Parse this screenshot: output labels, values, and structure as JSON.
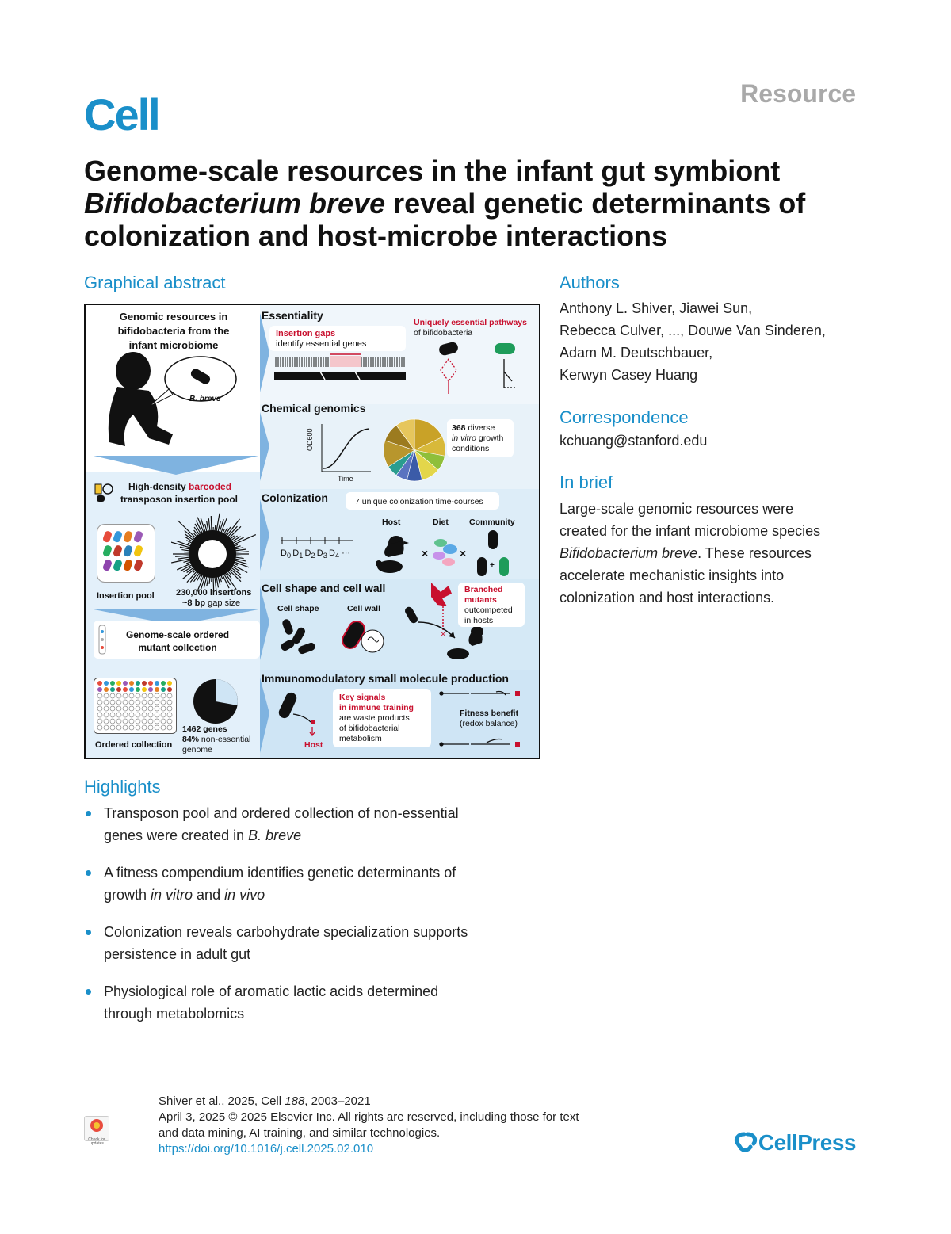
{
  "header": {
    "journal": "Cell",
    "article_type": "Resource"
  },
  "title_parts": [
    "Genome-scale resources in the infant gut symbiont ",
    "Bifidobacterium breve",
    " reveal genetic determinants of colonization and host-microbe interactions"
  ],
  "graphical_abstract": {
    "heading": "Graphical abstract",
    "left": {
      "resources_title": "Genomic resources in bifidobacteria from the infant microbiome",
      "b_breve": "B. breve",
      "pool_title_1": "High-density ",
      "pool_title_barcoded": "barcoded",
      "pool_title_2": "transposon insertion pool",
      "insertion_pool": "Insertion pool",
      "insertions": "230,000 insertions",
      "gap_bold": "~8 bp",
      "gap_rest": " gap size",
      "ordered_title": "Genome-scale ordered mutant collection",
      "ordered_collection": "Ordered collection",
      "genes": "1462 genes",
      "nonessential_bold": "84%",
      "nonessential_rest": " non-essential",
      "genome": "genome"
    },
    "essentiality": {
      "title": "Essentiality",
      "insertion_gaps": "Insertion gaps",
      "identify": "identify essential genes",
      "uniquely": "Uniquely essential pathways",
      "of_bifido": "of bifidobacteria"
    },
    "chemical": {
      "title": "Chemical genomics",
      "y_axis": "OD600",
      "x_axis": "Time",
      "count": "368",
      "diverse": " diverse",
      "in_vitro": "in vitro",
      "growth": " growth",
      "conditions": "conditions"
    },
    "colonization": {
      "title": "Colonization",
      "timecourses": "7 unique colonization time-courses",
      "host": "Host",
      "diet": "Diet",
      "community": "Community",
      "timeline": "D",
      "timeline_subs": [
        "0",
        "1",
        "2",
        "3",
        "4"
      ],
      "ellipsis": "···",
      "times": "×",
      "plus": "+"
    },
    "shape": {
      "title": "Cell shape and cell wall",
      "cell_shape": "Cell shape",
      "cell_wall": "Cell wall",
      "branched": "Branched",
      "mutants": "mutants",
      "outcompeted": "outcompeted",
      "in_hosts": "in hosts"
    },
    "immuno": {
      "title": "Immunomodulatory small molecule production",
      "host": "Host",
      "key_signals": "Key signals",
      "immune_training": "in immune training",
      "waste_1": "are waste products",
      "waste_2": "of bifidobacterial",
      "waste_3": "metabolism",
      "fitness": "Fitness benefit",
      "redox": "(redox balance)"
    }
  },
  "authors": {
    "heading": "Authors",
    "lines": [
      "Anthony L. Shiver, Jiawei Sun,",
      "Rebecca Culver, ..., Douwe Van Sinderen,",
      "Adam M. Deutschbauer,",
      "Kerwyn Casey Huang"
    ]
  },
  "correspondence": {
    "heading": "Correspondence",
    "email": "kchuang@stanford.edu"
  },
  "in_brief": {
    "heading": "In brief",
    "line1": "Large-scale genomic resources were",
    "line2": "created for the infant microbiome species",
    "species": "Bifidobacterium breve",
    "line3_rest": ". These resources",
    "line4": "accelerate mechanistic insights into",
    "line5": "colonization and host interactions."
  },
  "highlights": {
    "heading": "Highlights",
    "h1_a": "Transposon pool and ordered collection of non-essential",
    "h1_b": "genes were created in ",
    "h1_b_italic": "B. breve",
    "h2_a": "A fitness compendium identifies genetic determinants of",
    "h2_b": "growth ",
    "h2_b_i1": "in vitro",
    "h2_b_and": " and ",
    "h2_b_i2": "in vivo",
    "h3_a": "Colonization reveals carbohydrate specialization supports",
    "h3_b": "persistence in adult gut",
    "h4_a": "Physiological role of aromatic lactic acids determined",
    "h4_b": "through metabolomics"
  },
  "footer": {
    "citation_a": "Shiver et al., 2025, Cell ",
    "citation_vol": "188",
    "citation_b": ", 2003–2021",
    "copyright": "April 3, 2025 © 2025 Elsevier Inc. All rights are reserved, including those for text",
    "copyright2": "and data mining, AI training, and similar technologies.",
    "doi": "https://doi.org/10.1016/j.cell.2025.02.010",
    "check_badge": "Check for updates",
    "publisher": "CellPress"
  },
  "pie_colors": [
    "#c9a227",
    "#d8b93a",
    "#8fbf3a",
    "#e3d64a",
    "#3b5ba8",
    "#5a73c0",
    "#2a9d8f",
    "#b8962d",
    "#9c7b1f",
    "#e6c65c"
  ]
}
